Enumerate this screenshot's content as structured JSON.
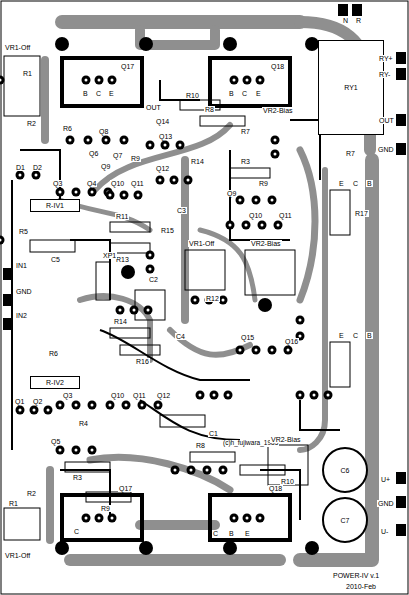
{
  "diagram": {
    "nodes": [
      {
        "text": [
          "RY1"
        ]
      },
      {
        "text": [
          "R-IV1"
        ]
      },
      {
        "text": [
          "R-IV2"
        ]
      },
      {
        "text": [
          "C6"
        ]
      },
      {
        "text": [
          "C7"
        ]
      }
    ],
    "labels": [
      "N",
      "R",
      "RY+",
      "RY-",
      "OUT",
      "GND",
      "R7",
      "VR1-Off",
      "R1",
      "R2",
      "Q17",
      "B",
      "C",
      "E",
      "OUT",
      "Q18",
      "B",
      "C",
      "E",
      "R10",
      "R8",
      "R7",
      "VR2-Bias",
      "R6",
      "Q6",
      "Q7",
      "Q14",
      "Q8",
      "Q9",
      "R9",
      "Q13",
      "Q12",
      "R14",
      "R3",
      "D1",
      "D2",
      "Q3",
      "Q4",
      "Q10",
      "Q11",
      "R5",
      "C5",
      "IN1",
      "GND",
      "IN2",
      "R11",
      "R13",
      "C3",
      "R15",
      "C2",
      "XP1",
      "VR1-Off",
      "Q9",
      "Q10",
      "Q11",
      "R9",
      "VR2-Bias",
      "R12",
      "C4",
      "R14",
      "R16",
      "Q15",
      "Q16",
      "R17",
      "E",
      "C",
      "B",
      "E",
      "C",
      "B",
      "R6",
      "Q1",
      "Q2",
      "Q3",
      "Q10",
      "Q11",
      "Q12",
      "R4",
      "Q5",
      "R3",
      "C1",
      "(c)h_fujiwara_1985",
      "VR2-Bias",
      "R8",
      "R10",
      "Q17",
      "C",
      "Q18",
      "C",
      "B",
      "E",
      "R9",
      "VR1-Off",
      "R1",
      "R2",
      "U+",
      "GND",
      "U-",
      "POWER-IV v.1",
      "2010-Feb"
    ]
  }
}
